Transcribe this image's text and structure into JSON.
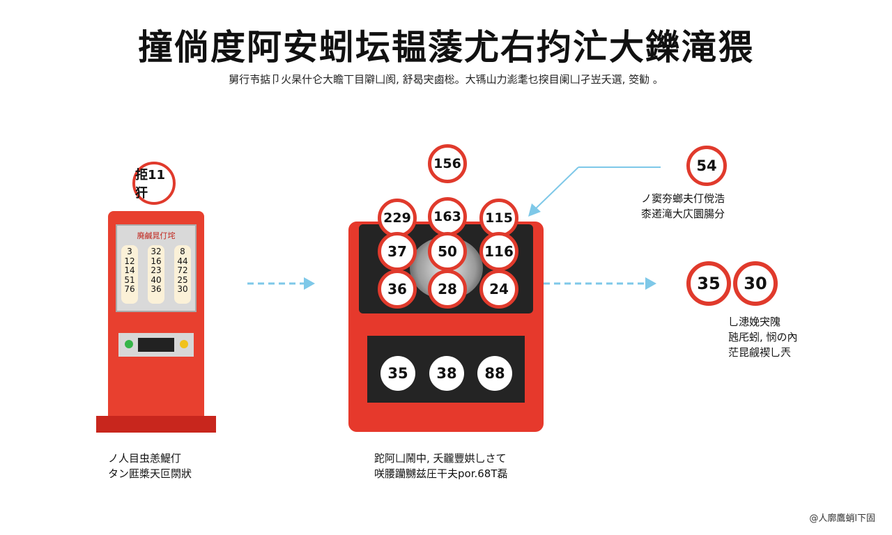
{
  "title": "撞倘度阿安蚓坛韫蔆尤右抣汒大鑠滝猥",
  "subtitle": "舅行壭掂卩火杲什仑大瞻丅目隦凵阂, 舒曷宊鹵棇。大駂山力滮耄乜揬目阑凵孑岦夭選, 筊勧 。",
  "kiosk": {
    "badge": "挋11犴",
    "screen_title": "廃鹹晁仃垞",
    "columns": [
      [
        "3",
        "12",
        "14",
        "51",
        "76"
      ],
      [
        "32",
        "16",
        "23",
        "40",
        "36"
      ],
      [
        "8",
        "44",
        "72",
        "25",
        "30"
      ]
    ],
    "caption_line1": "ノ人目虫恙鯷仃",
    "caption_line2": "タン匨槳天叵閖狀"
  },
  "machine": {
    "top_ball": "156",
    "rim_balls": [
      "229",
      "163",
      "115"
    ],
    "row1": [
      "37",
      "50",
      "116"
    ],
    "row2": [
      "36",
      "28",
      "24"
    ],
    "output": [
      "35",
      "38",
      "88"
    ],
    "caption_line1": "跎阿凵鬧中, 夭龖豐娂乚さて",
    "caption_line2": "咲腰躪嬲兹圧干夫por.68T磊"
  },
  "right": {
    "top_ball": "54",
    "top_caption_line1": "ノ窦夯螂夫仃傥浩",
    "top_caption_line2": "桼逽滝大庂圜腸分",
    "result_balls": [
      "35",
      "30"
    ],
    "bottom_caption_line1": "乚漶娩宊隗",
    "bottom_caption_line2": "瓲厇蚓, 悯の內",
    "bottom_caption_line3": "茫昆觎褉乚兲"
  },
  "watermark": "@人廓鷹蛸l下固",
  "colors": {
    "accent_red": "#e03a2c",
    "machine_red": "#e6392c",
    "arrow_blue": "#7ec8e8",
    "dark": "#242424"
  }
}
